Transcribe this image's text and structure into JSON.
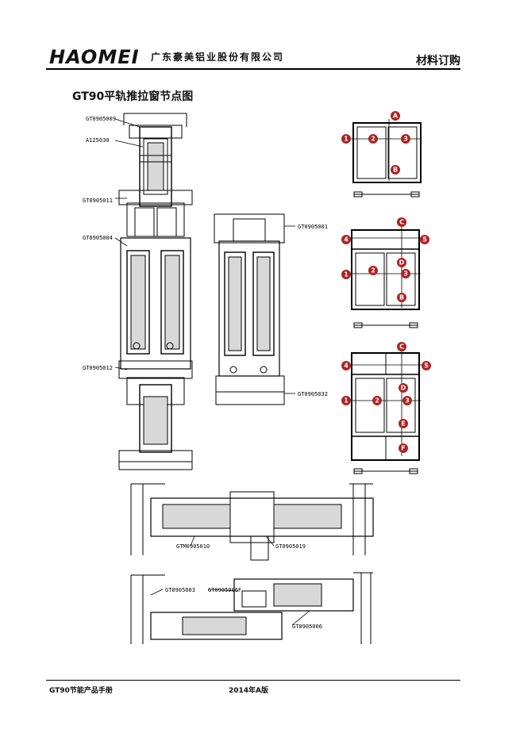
{
  "header": {
    "logo": "HAOMEI",
    "company": "广东豪美铝业股份有限公司",
    "section": "材料订购"
  },
  "title": "GT90平轨推拉窗节点图",
  "profile_labels": {
    "p1": "GT0905009",
    "p2": "A125030",
    "p3": "GT0905011",
    "p4": "GT0905004",
    "p5": "GT0905012",
    "p6": "GT0905001",
    "p7": "GT0905032",
    "p8": "GTM0905010",
    "p9": "GT0905019",
    "p10": "GT0905003",
    "p11": "GT0905006F",
    "p12": "GT0905006"
  },
  "markers": {
    "m1": "A",
    "m2": "1",
    "m3": "2",
    "m4": "3",
    "m5": "B",
    "m6": "C",
    "m7": "4",
    "m8": "5",
    "m9": "D",
    "m10": "1",
    "m11": "2",
    "m12": "3",
    "m13": "B",
    "m14": "C",
    "m15": "4",
    "m16": "5",
    "m17": "D",
    "m18": "1",
    "m19": "2",
    "m20": "3",
    "m21": "E",
    "m22": "F"
  },
  "colors": {
    "marker": "#b22222",
    "line": "#000000",
    "glass": "#d8d8d8"
  },
  "footer": {
    "left": "GT90节能产品手册",
    "center": "2014年A版"
  }
}
